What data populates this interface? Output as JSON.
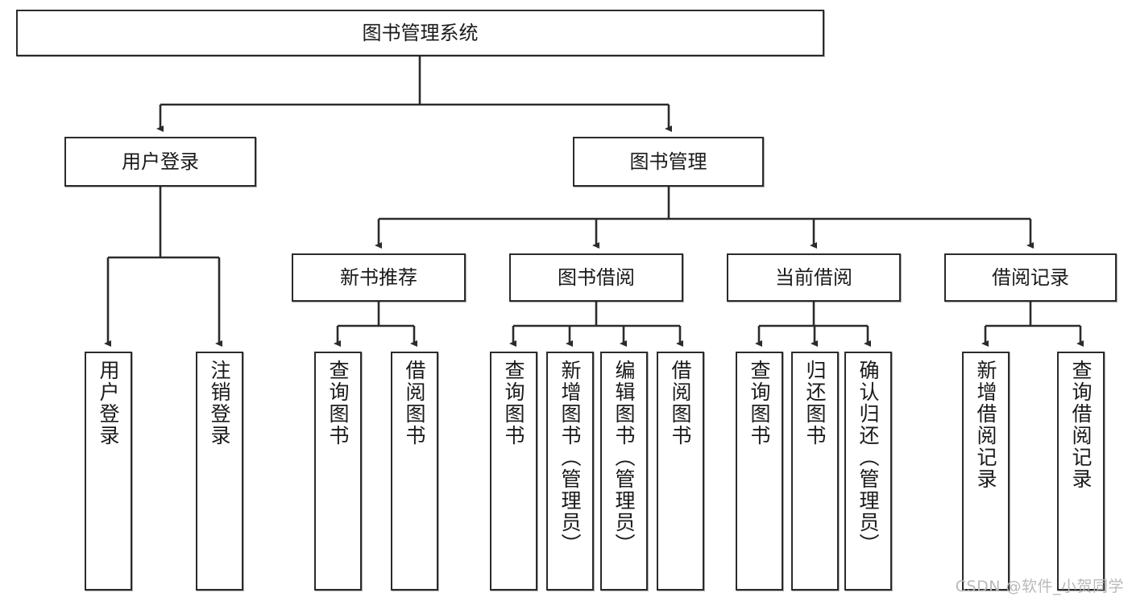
{
  "diagram": {
    "title": "图书管理系统",
    "type": "tree-hierarchy",
    "watermark": "CSDN @软件_小贺同学",
    "colors": {
      "stroke": "#2b2b2b",
      "fill": "#ffffff",
      "text": "#1a1a1a",
      "watermark": "#b9b9b9"
    },
    "nodes": {
      "root": {
        "label": "图书管理系统",
        "level": 1,
        "orientation": "horizontal"
      },
      "l2": [
        {
          "id": "user-login",
          "label": "用户登录",
          "level": 2,
          "orientation": "horizontal"
        },
        {
          "id": "book-manage",
          "label": "图书管理",
          "level": 2,
          "orientation": "horizontal"
        }
      ],
      "l3": [
        {
          "id": "new-book-rec",
          "label": "新书推荐",
          "level": 3,
          "orientation": "horizontal"
        },
        {
          "id": "book-borrow",
          "label": "图书借阅",
          "level": 3,
          "orientation": "horizontal"
        },
        {
          "id": "current-borrow",
          "label": "当前借阅",
          "level": 3,
          "orientation": "horizontal"
        },
        {
          "id": "borrow-record",
          "label": "借阅记录",
          "level": 3,
          "orientation": "horizontal"
        }
      ],
      "leaves": [
        {
          "id": "leaf-user-login",
          "label": "用户登录",
          "parent": "user-login",
          "orientation": "vertical"
        },
        {
          "id": "leaf-user-logout",
          "label": "注销登录",
          "parent": "user-login",
          "orientation": "vertical"
        },
        {
          "id": "leaf-query-book-1",
          "label": "查询图书",
          "parent": "new-book-rec",
          "orientation": "vertical"
        },
        {
          "id": "leaf-borrow-book-1",
          "label": "借阅图书",
          "parent": "new-book-rec",
          "orientation": "vertical"
        },
        {
          "id": "leaf-query-book-2",
          "label": "查询图书",
          "parent": "book-borrow",
          "orientation": "vertical"
        },
        {
          "id": "leaf-add-book",
          "label": "新增图书（管理员）",
          "parent": "book-borrow",
          "orientation": "vertical"
        },
        {
          "id": "leaf-edit-book",
          "label": "编辑图书（管理员）",
          "parent": "book-borrow",
          "orientation": "vertical"
        },
        {
          "id": "leaf-borrow-book-2",
          "label": "借阅图书",
          "parent": "book-borrow",
          "orientation": "vertical"
        },
        {
          "id": "leaf-query-book-3",
          "label": "查询图书",
          "parent": "current-borrow",
          "orientation": "vertical"
        },
        {
          "id": "leaf-return-book",
          "label": "归还图书",
          "parent": "current-borrow",
          "orientation": "vertical"
        },
        {
          "id": "leaf-confirm-return",
          "label": "确认归还（管理员）",
          "parent": "current-borrow",
          "orientation": "vertical"
        },
        {
          "id": "leaf-add-record",
          "label": "新增借阅记录",
          "parent": "borrow-record",
          "orientation": "vertical"
        },
        {
          "id": "leaf-query-record",
          "label": "查询借阅记录",
          "parent": "borrow-record",
          "orientation": "vertical"
        }
      ]
    }
  }
}
